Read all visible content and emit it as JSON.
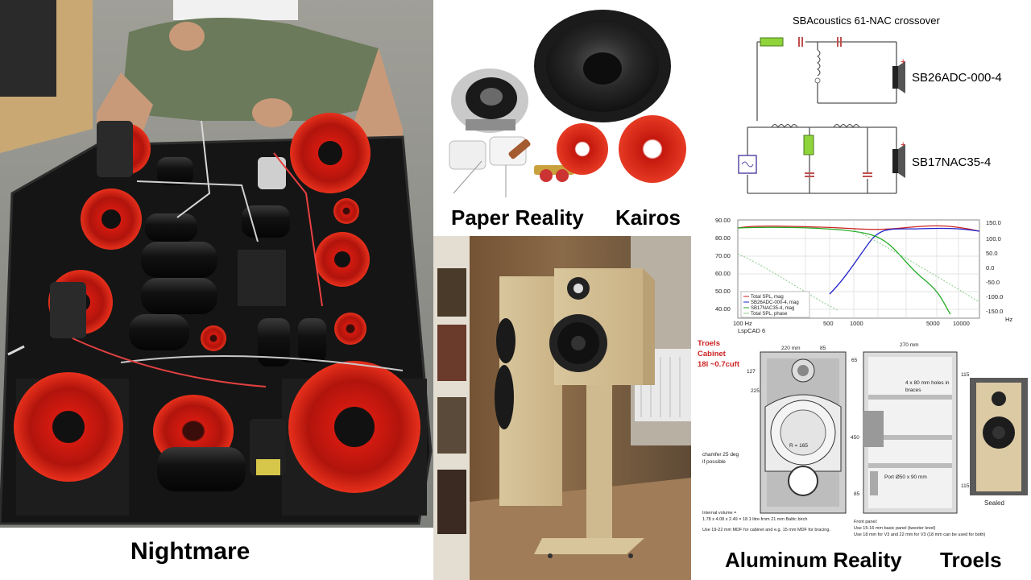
{
  "captions": {
    "left": "Nightmare",
    "paper": "Paper Reality",
    "kairos": "Kairos",
    "aluminum": "Aluminum Reality",
    "troels": "Troels"
  },
  "crossover": {
    "title": "SBAcoustics 61-NAC crossover",
    "tweeter": "SB26ADC-000-4",
    "woofer": "SB17NAC35-4",
    "plus": "+"
  },
  "response": {
    "left_ticks": [
      "90.00",
      "80.00",
      "70.00",
      "60.00",
      "50.00",
      "40.00"
    ],
    "right_ticks": [
      "150.0",
      "100.0",
      "50.0",
      "0.0",
      "-50.0",
      "-100.0",
      "-150.0"
    ],
    "x_ticks": [
      "100 Hz",
      "500",
      "1000",
      "5000",
      "10000"
    ],
    "x_unit": "Hz",
    "software": "LspCAD 6",
    "legend": [
      "Total SPL, mag",
      "SB26ADC-000-4, mag",
      "SB17NAC35-4, mag",
      "Total SPL, phase"
    ],
    "colors": {
      "total": "#cc2222",
      "tweeter": "#2222cc",
      "woofer": "#22aa22",
      "phase": "#88cc88"
    }
  },
  "cabinet": {
    "note_line1": "Troels",
    "note_line2": "Cabinet",
    "note_line3": "18l ~0.7cuft",
    "dims": {
      "width_front": "220 mm",
      "depth_side": "270 mm",
      "d85": "85",
      "d127": "127",
      "d225": "225",
      "d65": "65",
      "d450": "450",
      "d115a": "115",
      "d115b": "115",
      "d85b": "85",
      "radius": "R = 165"
    },
    "holes_note_1": "4 x 80 mm holes in",
    "holes_note_2": "braces",
    "chamfer_1": "chamfer 25 deg",
    "chamfer_2": "if possible",
    "port": "Port Ø50 x 90 mm",
    "volume_1": "Internal volume =",
    "volume_2": "1.78 x 4.08 x 2.49 = 18.1 litre from 21 mm Baltic birch",
    "mdf": "Use 19-22 mm MDF for cabinet and e.g. 15 mm MDF for bracing.",
    "front_1": "Front panel:",
    "front_2": "Use 15-16 mm basic panel (tweeter level)",
    "front_3": "Use 18 mm for V3 and 22 mm for V3 (18 mm can be used for both)",
    "sealed": "Sealed"
  }
}
